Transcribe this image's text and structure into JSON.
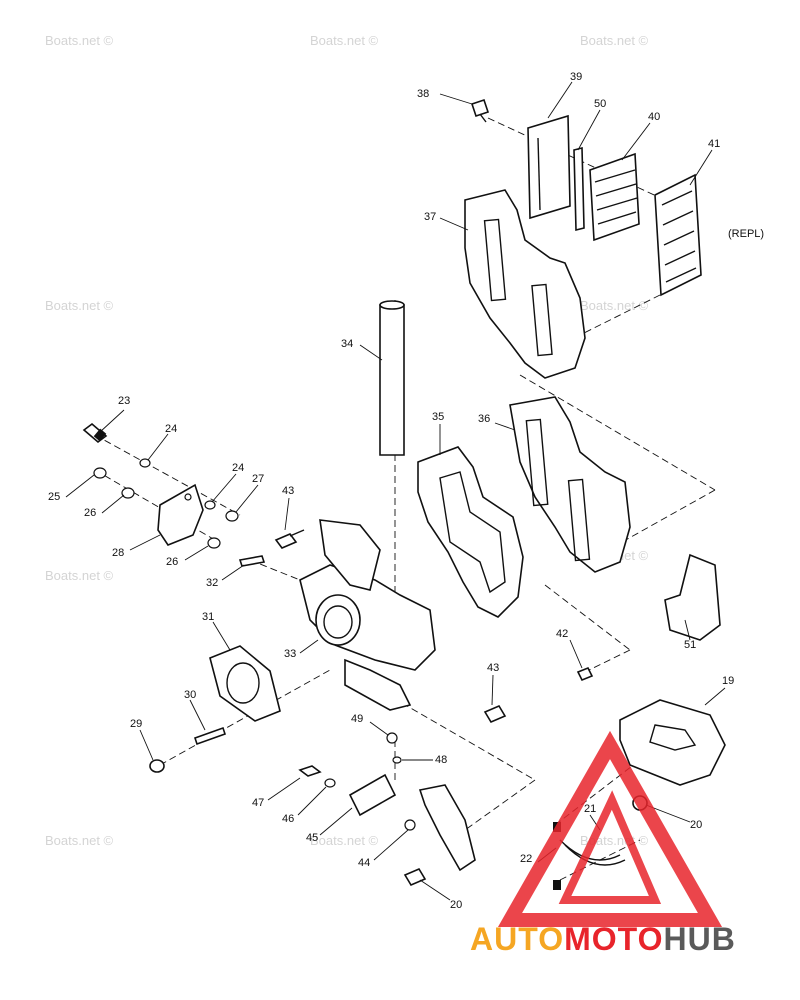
{
  "watermark": "Boats.net ©",
  "repl_note": "(REPL)",
  "brand": {
    "part1": "AUTO",
    "part2": "MOTO",
    "part3": "HUB",
    "color_orange": "#f5a623",
    "color_red": "#e8242b",
    "color_gray": "#5a5a5a"
  },
  "callouts": [
    "38",
    "39",
    "50",
    "40",
    "41",
    "37",
    "34",
    "35",
    "36",
    "23",
    "24",
    "24",
    "27",
    "25",
    "26",
    "28",
    "26",
    "43",
    "32",
    "33",
    "31",
    "30",
    "29",
    "42",
    "51",
    "43",
    "19",
    "49",
    "48",
    "47",
    "46",
    "45",
    "44",
    "21",
    "20",
    "22",
    "20"
  ]
}
